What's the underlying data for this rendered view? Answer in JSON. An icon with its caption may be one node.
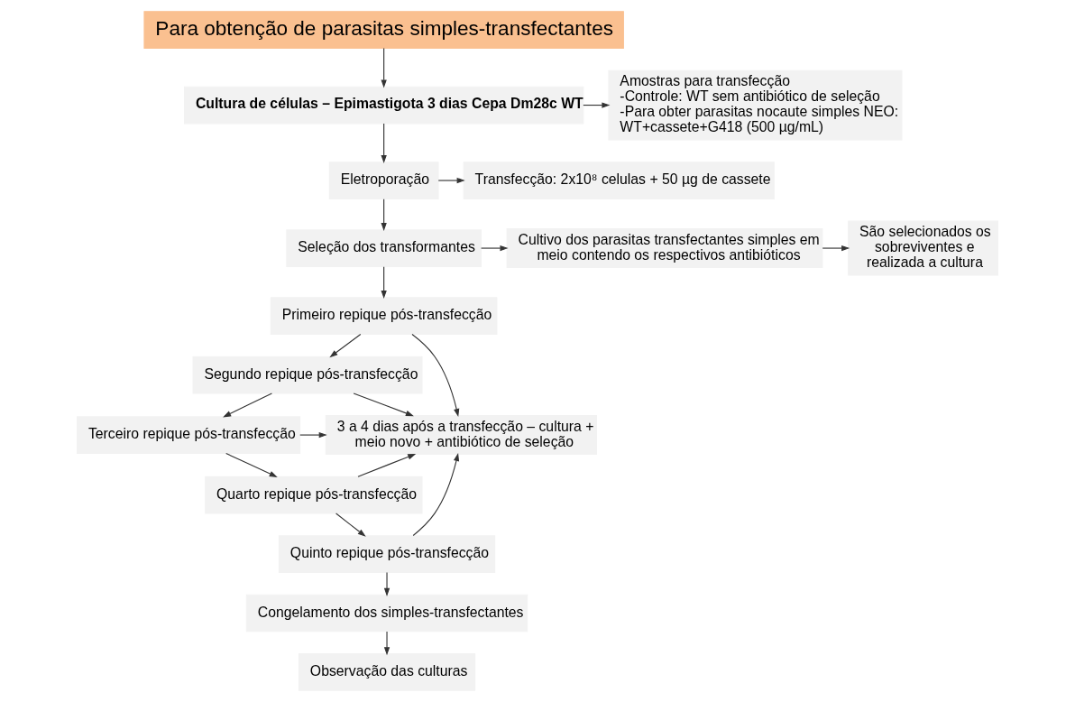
{
  "diagram": {
    "nodes": [
      {
        "text": [
          "Para obtenção de parasitas simples-transfectantes"
        ]
      },
      {
        "text": [
          "Cultura de células – Epimastigota 3 dias Cepa Dm28c WT"
        ]
      },
      {
        "text": [
          "Amostras para transfecção",
          "-Controle: WT sem antibiótico de seleção",
          "-Para obter parasitas nocaute simples NEO: WT+cassete+G418 (500 µg/mL)"
        ]
      },
      {
        "text": [
          "Eletroporação"
        ]
      },
      {
        "text": [
          "Transfecção: 2x10⁸ celulas + 50 µg de cassete"
        ]
      },
      {
        "text": [
          "Seleção dos transformantes"
        ]
      },
      {
        "text": [
          "Cultivo dos parasitas transfectantes simples em meio contendo os respectivos antibióticos"
        ]
      },
      {
        "text": [
          "São selecionados os sobreviventes e realizada a cultura"
        ]
      },
      {
        "text": [
          "Primeiro repique pós-transfecção"
        ]
      },
      {
        "text": [
          "Segundo repique pós-transfecção"
        ]
      },
      {
        "text": [
          "Terceiro repique pós-transfecção"
        ]
      },
      {
        "text": [
          "Quarto repique pós-transfecção"
        ]
      },
      {
        "text": [
          "Quinto repique pós-transfecção"
        ]
      },
      {
        "text": [
          "3 a 4 dias após a transfecção – cultura + meio novo + antibiótico de seleção"
        ]
      },
      {
        "text": [
          "Congelamento dos simples-transfectantes"
        ]
      },
      {
        "text": [
          "Observação das culturas"
        ]
      }
    ],
    "edges": [
      {
        "from": 0,
        "to": 1,
        "arrow": "to"
      },
      {
        "from": 1,
        "to": 2,
        "arrow": "to"
      },
      {
        "from": 1,
        "to": 3,
        "arrow": "to"
      },
      {
        "from": 3,
        "to": 4,
        "arrow": "to"
      },
      {
        "from": 3,
        "to": 5,
        "arrow": "to"
      },
      {
        "from": 5,
        "to": 6,
        "arrow": "to"
      },
      {
        "from": 6,
        "to": 7,
        "arrow": "to"
      },
      {
        "from": 5,
        "to": 8,
        "arrow": "to"
      },
      {
        "from": 8,
        "to": 9,
        "arrow": "to"
      },
      {
        "from": 9,
        "to": 10,
        "arrow": "to"
      },
      {
        "from": 10,
        "to": 11,
        "arrow": "to"
      },
      {
        "from": 11,
        "to": 12,
        "arrow": "to"
      },
      {
        "from": 12,
        "to": 14,
        "arrow": "to"
      },
      {
        "from": 14,
        "to": 15,
        "arrow": "to"
      },
      {
        "from": 8,
        "to": 13,
        "arrow": "to"
      },
      {
        "from": 9,
        "to": 13,
        "arrow": "to"
      },
      {
        "from": 10,
        "to": 13,
        "arrow": "to"
      },
      {
        "from": 11,
        "to": 13,
        "arrow": "to"
      },
      {
        "from": 12,
        "to": 13,
        "arrow": "to"
      }
    ]
  }
}
